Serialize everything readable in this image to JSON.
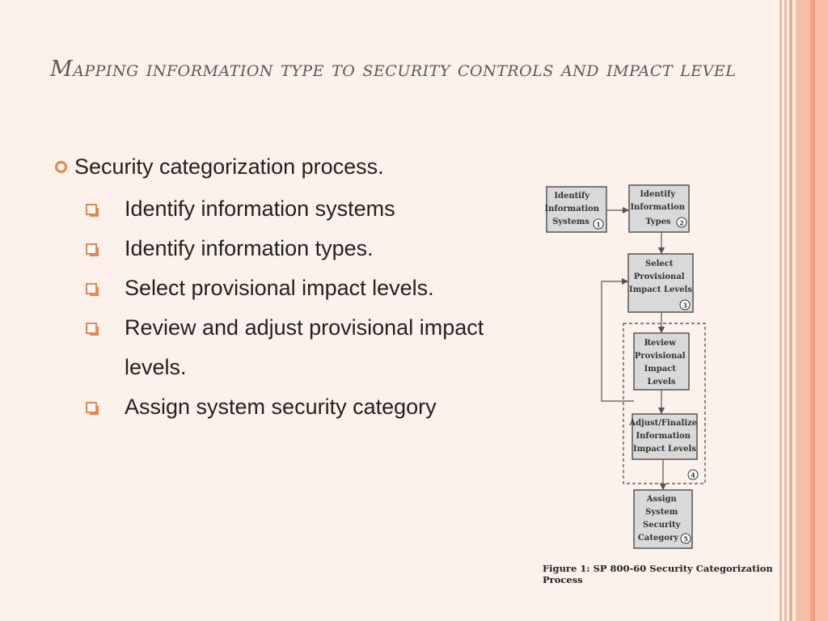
{
  "slide": {
    "title": "Mapping information type to security controls and impact level",
    "bullet": "Security categorization process.",
    "sub_items": [
      "Identify information systems",
      "Identify information types.",
      "Select provisional impact levels.",
      "Review and adjust provisional impact levels.",
      "Assign system security category"
    ]
  },
  "figure": {
    "caption": "Figure 1: SP 800-60 Security Categorization Process",
    "boxes": {
      "b1": [
        "Identify",
        "Information",
        "Systems"
      ],
      "b2": [
        "Identify",
        "Information",
        "Types"
      ],
      "b3": [
        "Select",
        "Provisional",
        "Impact Levels"
      ],
      "b4": [
        "Review",
        "Provisional",
        "Impact",
        "Levels"
      ],
      "b5": [
        "Adjust/Finalize",
        "Information",
        "Impact Levels"
      ],
      "b6": [
        "Assign",
        "System",
        "Security",
        "Category"
      ]
    },
    "step_numbers": [
      "1",
      "2",
      "3",
      "4",
      "5"
    ]
  }
}
